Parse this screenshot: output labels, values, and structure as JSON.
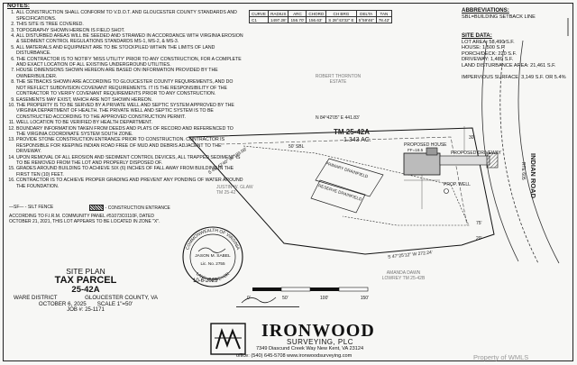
{
  "notes": {
    "heading": "NOTES:",
    "items": [
      "ALL CONSTRUCTION SHALL CONFORM TO V.D.O.T. AND GLOUCESTER COUNTY STANDARDS AND SPECIFICATIONS.",
      "THIS SITE IS TREE COVERED.",
      "TOPOGRAPHY SHOWN HEREON IS FIELD SHOT.",
      "ALL DISTURBED AREAS WILL BE SEEDED AND STRAWED IN ACCORDANCE WITH VIRGINIA EROSION & SEDIMENT CONTROL REGULATIONS STANDARDS MS-1, MS-2, & MS-3.",
      "ALL MATERIALS AND EQUIPMENT ARE TO BE STOCKPILED WITHIN THE LIMITS OF LAND DISTURBANCE.",
      "THE CONTRACTOR IS TO NOTIFY 'MISS UTILITY' PRIOR TO ANY CONSTRUCTION, FOR A COMPLETE AND EXACT LOCATION OF ALL EXISTING UNDERGROUND UTILITIES.",
      "HOUSE DIMENSIONS SHOWN HEREON ARE BASED ON INFORMATION PROVIDED BY THE OWNER/BUILDER.",
      "THE SETBACKS SHOWN ARE ACCORDING TO GLOUCESTER COUNTY REQUIREMENTS, AND DO NOT REFLECT SUBDIVISION COVENANT REQUIREMENTS. IT IS THE RESPONSIBILITY OF THE CONTRACTOR TO VERIFY COVENANT REQUIREMENTS PRIOR TO ANY CONSTRUCTION.",
      "EASEMENTS MAY EXIST, WHICH ARE NOT SHOWN HEREON.",
      "THE PROPERTY IS TO BE SERVED BY A PRIVATE WELL AND SEPTIC SYSTEM APPROVED BY THE VIRGINIA DEPARTMENT OF HEALTH. THE PRIVATE WELL AND SEPTIC SYSTEM IS TO BE CONSTRUCTED ACCORDING TO THE APPROVED CONSTRUCTION PERMIT.",
      "WELL LOCATION TO BE VERIFIED BY HEALTH DEPARTMENT.",
      "BOUNDARY INFORMATION TAKEN FROM DEEDS AND PLATS OF RECORD AND REFERENCED TO THE VIRGINIA COORDINATE SYSTEM SOUTH ZONE.",
      "PROVIDE STONE CONSTRUCTION ENTRANCE PRIOR TO CONSTRUCTION. CONTRACTOR IS RESPONSIBLE FOR KEEPING INDIAN ROAD FREE OF MUD AND DEBRIS ADJACENT TO THE DRIVEWAY.",
      "UPON REMOVAL OF ALL EROSION AND SEDIMENT CONTROL DEVICES, ALL TRAPPED SEDIMENT IS TO BE REMOVED FROM THE LOT AND PROPERLY DISPOSED OF.",
      "GRADES AROUND BUILDING TO ACHIEVE SIX (6) INCHES OF FALL AWAY FROM BUILDING IN THE FIRST TEN (10) FEET.",
      "CONTRACTOR IS TO ACHIEVE PROPER GRADING AND PREVENT ANY PONDING OF WATER AROUND THE FOUNDATION."
    ]
  },
  "legend": {
    "silt_fence": "- SILT FENCE",
    "construction_entrance": "- CONSTRUCTION ENTRANCE"
  },
  "flood_note": "ACCORDING TO F.I.R.M. COMMUNITY PANEL #51073C0110F, DATED OCTOBER 21, 2021, THIS LOT APPEARS TO BE LOCATED IN ZONE \"X\".",
  "curve_table": {
    "headers": [
      "CURVE",
      "RADIUS",
      "ARC",
      "CHORD",
      "CH BRG",
      "DELTA",
      "TAN"
    ],
    "rows": [
      [
        "C1",
        "1497.28'",
        "156.70'",
        "156.63'",
        "S 28°43'32\" E",
        "5°59'46\"",
        "78.42'"
      ]
    ]
  },
  "abbreviations": {
    "heading": "ABBREVIATIONS:",
    "items": [
      "SBL=BUILDING SETBACK LINE"
    ]
  },
  "site_data": {
    "heading": "SITE DATA:",
    "items": [
      "LOT AREA: 58,490 S.F.",
      "HOUSE: 1,500 S.F.",
      "PORCH/DECK: 220 S.F.",
      "DRIVEWAY: 1,489 S.F.",
      "LAND DISTURBANCE AREA: 21,461 S.F.",
      "",
      "IMPERVIOUS SURFACE: 3,149 S.F. OR 5.4%"
    ]
  },
  "plan": {
    "tax_map": "TM 25-42A",
    "acreage": "1.343 AC.",
    "road": "INDIAN ROAD",
    "road_sub": "RTE 605",
    "proposed_house": "PROPOSED HOUSE",
    "ffe": "FF=18.5",
    "proposed_driveway": "PROPOSED DRIVEWAY",
    "prop_well": "PROP. WELL",
    "primary_drainfield": "PRIMARY DRAINFIELD",
    "reserve_drainfield": "RESERVE DRAINFIELD",
    "north_bearing": "N 84°42'05\" E  441.83'",
    "west_bearing": "S 41°42'40\" W  199.08'",
    "south_bearing": "S 47°25'12\" W  272.24'",
    "neighbor_north": "ROBERT THORNTON ESTATE",
    "neighbor_west": "JUSTIN W. GLAW TM 25-42",
    "neighbor_south": "AMANDA DAWN LOWREY TM 25-42B",
    "setback_50": "50' SBL",
    "setback_30": "30'",
    "setback_20": "20'",
    "setback_75": "75'"
  },
  "seal": {
    "ring_top": "COMMONWEALTH OF VIRGINIA",
    "ring_bottom": "LAND SURVEYOR",
    "name": "JASON M. SABEL",
    "lic": "Lic. No. 2755",
    "date": "10-6-2025"
  },
  "scale_labels": [
    "0'",
    "50'",
    "100'",
    "150'"
  ],
  "title_block": {
    "line1": "SITE PLAN",
    "line2": "TAX PARCEL",
    "line3": "25-42A",
    "district": "WARE DISTRICT",
    "county": "GLOUCESTER COUNTY, VA",
    "date": "OCTOBER 6, 2025",
    "scale": "SCALE 1\"=50'",
    "job": "JOB #: 25-1171"
  },
  "firm": {
    "name": "IRONWOOD",
    "sub": "SURVEYING, PLC",
    "address": "7349 Diascund Creek Way    New Kent, VA 23124",
    "contact": "office: (540) 645-5708    www.ironwoodsurveying.com"
  },
  "watermark": "Property of WMLS"
}
